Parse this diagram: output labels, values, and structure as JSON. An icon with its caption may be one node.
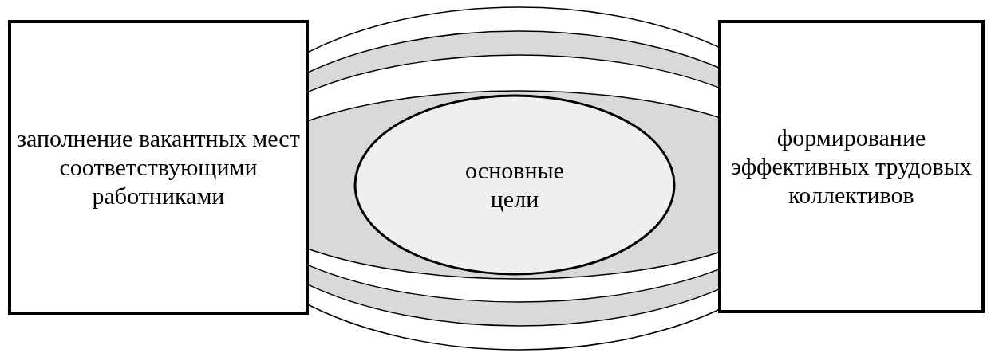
{
  "diagram": {
    "nodes": [
      {
        "text": [
          "заполнение вакантных мест соответствующими работниками"
        ]
      },
      {
        "text": [
          "основные цели"
        ]
      },
      {
        "text": [
          "формирование эффективных трудовых коллективов"
        ]
      }
    ]
  }
}
